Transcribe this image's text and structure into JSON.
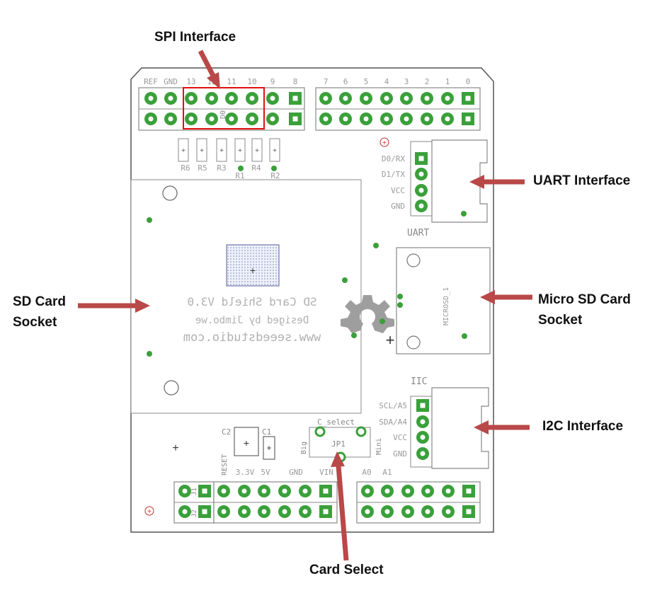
{
  "callouts": {
    "spi": "SPI Interface",
    "uart": "UART Interface",
    "sd_card": "SD Card\nSocket",
    "micro_sd": "Micro SD Card\nSocket",
    "i2c": "I2C Interface",
    "card_select": "Card Select"
  },
  "board": {
    "top_header_labels_left": [
      "REF",
      "GND",
      "13",
      "12",
      "11",
      "10",
      "9",
      "8"
    ],
    "top_header_labels_right": [
      "7",
      "6",
      "5",
      "4",
      "3",
      "2",
      "1",
      "0"
    ],
    "resistors": [
      "R6",
      "R5",
      "R3",
      "R1",
      "R4",
      "R2"
    ],
    "uart_pins": [
      "D0/RX",
      "D1/TX",
      "VCC",
      "GND"
    ],
    "uart_label": "UART",
    "micro_sd_label": "MICROSD_1",
    "silk_line1": "SD Card Shield V3.0",
    "silk_line2": "Desiged by Jimbo.we",
    "silk_line3": "www.seeedstudio.com",
    "iic_label": "IIC",
    "iic_pins": [
      "SCL/A5",
      "SDA/A4",
      "VCC",
      "GND"
    ],
    "c_select": "C_select",
    "big": "Big",
    "mini": "Mini",
    "jp1": "JP1",
    "c1": "C1",
    "c2": "C2",
    "reset": "RESET",
    "power_labels": [
      "3.3V",
      "5V",
      "GND",
      "VIN"
    ],
    "analog_labels": [
      "A0",
      "A1"
    ],
    "j_labels": [
      "J1",
      "J2"
    ],
    "d0": "D0"
  },
  "colors": {
    "pad_green": "#3aa03a",
    "arrow_red": "#b94848",
    "highlight_red": "#e01010",
    "silk": "#9a9a9a",
    "outline": "#6a6a6a"
  }
}
